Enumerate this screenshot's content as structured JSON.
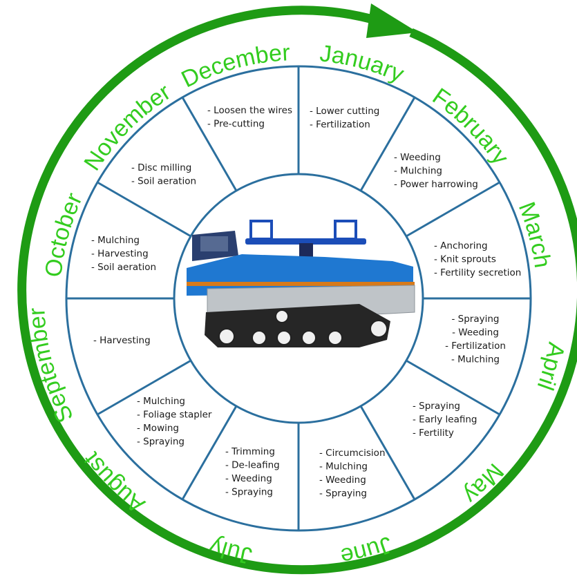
{
  "colors": {
    "ring_green": "#1e9b14",
    "month_text": "#33cc1f",
    "divider_blue": "#2b6f9e",
    "task_text": "#1a1a1a"
  },
  "center_image": "robot-tracked-vehicle",
  "months": [
    {
      "name": "January",
      "tasks": [
        "- Lower cutting",
        "- Fertilization"
      ]
    },
    {
      "name": "February",
      "tasks": [
        "- Weeding",
        "- Mulching",
        "- Power harrowing"
      ]
    },
    {
      "name": "March",
      "tasks": [
        "- Anchoring",
        "- Knit sprouts",
        "- Fertility secretion"
      ]
    },
    {
      "name": "April",
      "tasks": [
        "- Spraying",
        "- Weeding",
        "- Fertilization",
        "- Mulching"
      ]
    },
    {
      "name": "May",
      "tasks": [
        "- Spraying",
        "- Early leafing",
        "- Fertility"
      ]
    },
    {
      "name": "June",
      "tasks": [
        "- Circumcision",
        "- Mulching",
        "- Weeding",
        "- Spraying"
      ]
    },
    {
      "name": "July",
      "tasks": [
        "- Trimming",
        "- De-leafing",
        "- Weeding",
        "- Spraying"
      ]
    },
    {
      "name": "August",
      "tasks": [
        "- Mulching",
        "- Foliage stapler",
        "- Mowing",
        "- Spraying"
      ]
    },
    {
      "name": "September",
      "tasks": [
        "- Harvesting"
      ]
    },
    {
      "name": "October",
      "tasks": [
        "- Mulching",
        "- Harvesting",
        "- Soil aeration"
      ]
    },
    {
      "name": "November",
      "tasks": [
        "- Disc milling",
        "- Soil aeration"
      ]
    },
    {
      "name": "December",
      "tasks": [
        "- Loosen the wires",
        "- Pre-cutting"
      ]
    }
  ]
}
